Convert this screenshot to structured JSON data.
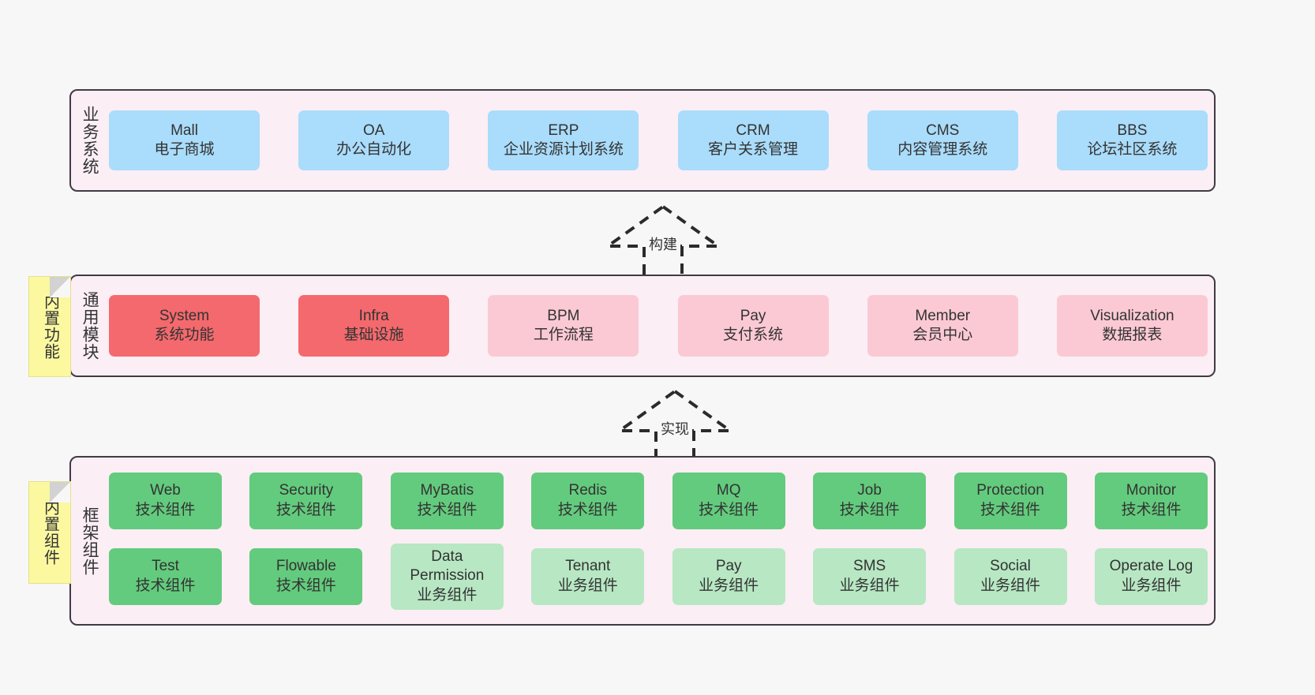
{
  "diagram": {
    "background": "#f7f7f7",
    "panel_bg": "#fbeef5",
    "panel_border": "#3f3b44"
  },
  "layers": {
    "business": {
      "title": "业务系统",
      "box_color": "#aadcfb",
      "items": [
        {
          "name": "Mall",
          "desc": "电子商城"
        },
        {
          "name": "OA",
          "desc": "办公自动化"
        },
        {
          "name": "ERP",
          "desc": "企业资源计划系统"
        },
        {
          "name": "CRM",
          "desc": "客户关系管理"
        },
        {
          "name": "CMS",
          "desc": "内容管理系统"
        },
        {
          "name": "BBS",
          "desc": "论坛社区系统"
        }
      ]
    },
    "modules": {
      "title": "通用模块",
      "strong_color": "#f4696d",
      "light_color": "#fbc9d4",
      "items": [
        {
          "name": "System",
          "desc": "系统功能",
          "style": "red-strong"
        },
        {
          "name": "Infra",
          "desc": "基础设施",
          "style": "red-strong"
        },
        {
          "name": "BPM",
          "desc": "工作流程",
          "style": "red-light"
        },
        {
          "name": "Pay",
          "desc": "支付系统",
          "style": "red-light"
        },
        {
          "name": "Member",
          "desc": "会员中心",
          "style": "red-light"
        },
        {
          "name": "Visualization",
          "desc": "数据报表",
          "style": "red-light"
        }
      ]
    },
    "framework": {
      "title": "框架组件",
      "strong_color": "#63cb7d",
      "light_color": "#b7e7c3",
      "row1": [
        {
          "name": "Web",
          "desc": "技术组件",
          "style": "green-strong"
        },
        {
          "name": "Security",
          "desc": "技术组件",
          "style": "green-strong"
        },
        {
          "name": "MyBatis",
          "desc": "技术组件",
          "style": "green-strong"
        },
        {
          "name": "Redis",
          "desc": "技术组件",
          "style": "green-strong"
        },
        {
          "name": "MQ",
          "desc": "技术组件",
          "style": "green-strong"
        },
        {
          "name": "Job",
          "desc": "技术组件",
          "style": "green-strong"
        },
        {
          "name": "Protection",
          "desc": "技术组件",
          "style": "green-strong"
        },
        {
          "name": "Monitor",
          "desc": "技术组件",
          "style": "green-strong"
        }
      ],
      "row2": [
        {
          "name": "Test",
          "desc": "技术组件",
          "style": "green-strong"
        },
        {
          "name": "Flowable",
          "desc": "技术组件",
          "style": "green-strong"
        },
        {
          "name": "Data Permission",
          "desc": "业务组件",
          "style": "green-light"
        },
        {
          "name": "Tenant",
          "desc": "业务组件",
          "style": "green-light"
        },
        {
          "name": "Pay",
          "desc": "业务组件",
          "style": "green-light"
        },
        {
          "name": "SMS",
          "desc": "业务组件",
          "style": "green-light"
        },
        {
          "name": "Social",
          "desc": "业务组件",
          "style": "green-light"
        },
        {
          "name": "Operate Log",
          "desc": "业务组件",
          "style": "green-light"
        }
      ]
    }
  },
  "sticky_notes": [
    {
      "label": "内置功能",
      "color": "#fbf8a0"
    },
    {
      "label": "内置组件",
      "color": "#fbf8a0"
    }
  ],
  "arrows": [
    {
      "label": "构建",
      "direction": "up",
      "style": "dashed-hollow"
    },
    {
      "label": "实现",
      "direction": "up",
      "style": "dashed-hollow"
    }
  ]
}
